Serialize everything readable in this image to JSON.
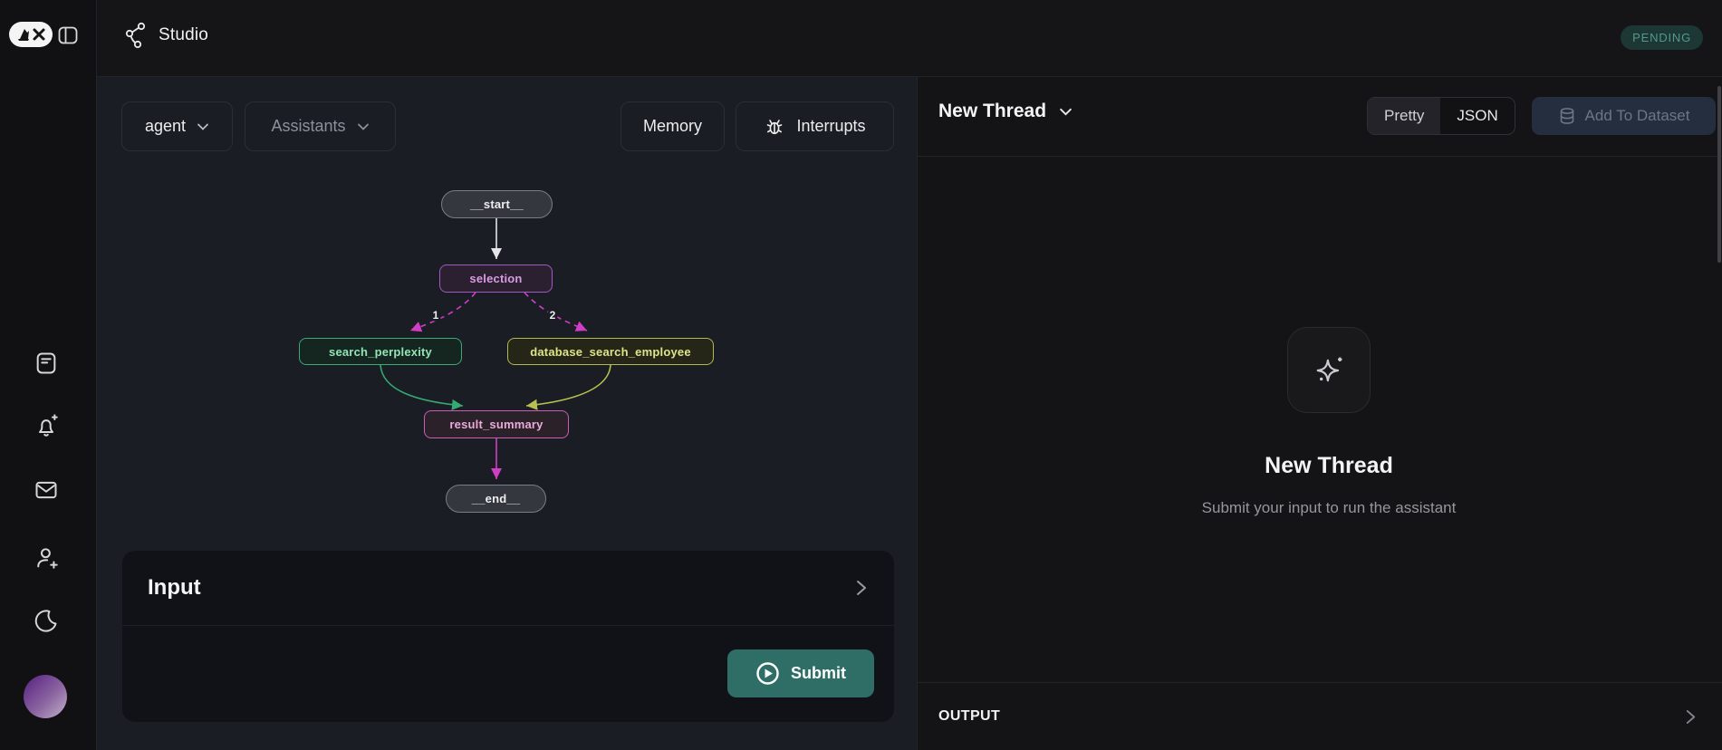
{
  "topbar": {
    "studio_title": "Studio",
    "pending_badge": "PENDING"
  },
  "left_panel": {
    "toolbar": {
      "agent_label": "agent",
      "assistants_label": "Assistants",
      "memory_label": "Memory",
      "interrupts_label": "Interrupts"
    },
    "graph": {
      "nodes": [
        {
          "id": "__start__",
          "label": "__start__"
        },
        {
          "id": "selection",
          "label": "selection"
        },
        {
          "id": "search_perplexity",
          "label": "search_perplexity"
        },
        {
          "id": "database_search_employee",
          "label": "database_search_employee"
        },
        {
          "id": "result_summary",
          "label": "result_summary"
        },
        {
          "id": "__end__",
          "label": "__end__"
        }
      ],
      "edge_labels": [
        "1",
        "2"
      ]
    },
    "input_card": {
      "title": "Input",
      "submit_label": "Submit"
    }
  },
  "right_panel": {
    "thread_selector_label": "New Thread",
    "view_toggle": {
      "pretty": "Pretty",
      "json": "JSON"
    },
    "add_to_dataset_label": "Add To Dataset",
    "empty_state": {
      "title": "New Thread",
      "subtitle": "Submit your input to run the assistant"
    },
    "output_label": "OUTPUT"
  },
  "colors": {
    "pending_teal": "#53998e",
    "submit_teal": "#2e6e66",
    "edge_magenta": "#cf3ec5",
    "edge_green": "#33ab73",
    "edge_yellow": "#b6c04f",
    "edge_white": "#e3e5e8",
    "node_purple_border": "#a557c5",
    "node_green_border": "#3da878",
    "node_yellow_border": "#b2ba52",
    "node_pink_border": "#c75fba"
  }
}
